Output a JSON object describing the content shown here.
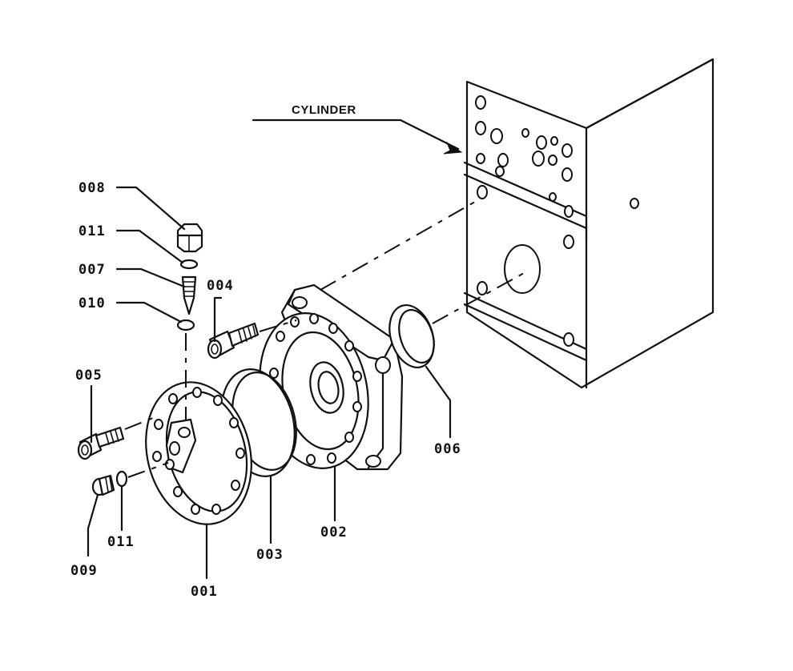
{
  "labels": {
    "cylinder": "CYLINDER",
    "p001": "001",
    "p002": "002",
    "p003": "003",
    "p004": "004",
    "p005": "005",
    "p006": "006",
    "p007": "007",
    "p008": "008",
    "p009": "009",
    "p010": "010",
    "p011_top": "011",
    "p011_bottom": "011"
  }
}
